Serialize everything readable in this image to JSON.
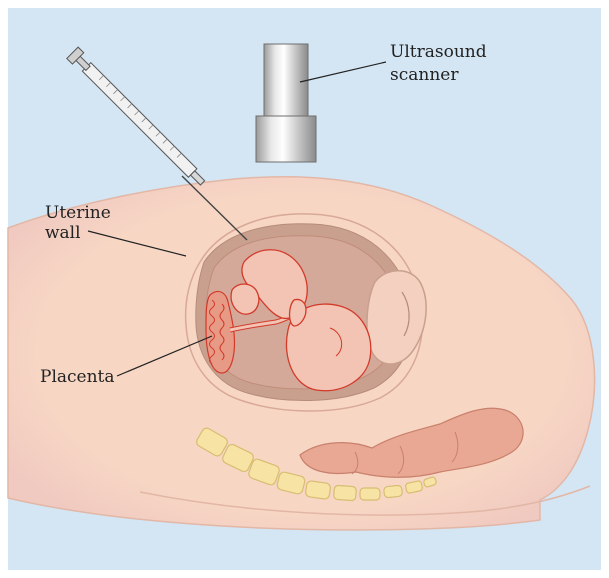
{
  "labels": {
    "ultrasound_line1": "Ultrasound",
    "ultrasound_line2": "scanner",
    "uterine_line1": "Uterine",
    "uterine_line2": "wall",
    "placenta": "Placenta"
  },
  "colors": {
    "background": "#d4e6f4",
    "skin": "#f7d6c4",
    "uterus_wall": "#c9a08e",
    "amniotic": "#d4a99a",
    "fetus": "#f3c3b3",
    "outline": "#d23a2a",
    "bone": "#f7e3a4",
    "scanner": "#cfcfcf"
  }
}
